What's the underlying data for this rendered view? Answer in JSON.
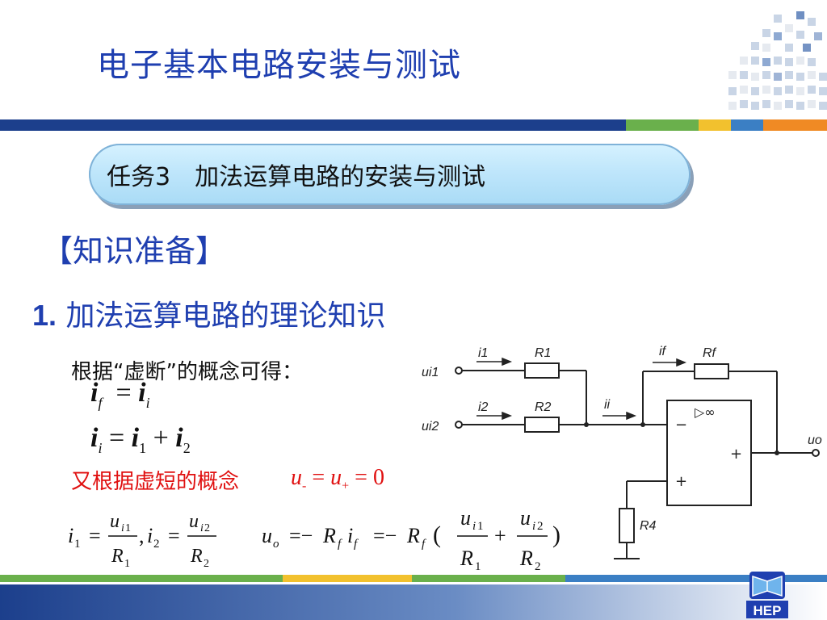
{
  "slide": {
    "title": "电子基本电路安装与测试",
    "task_label": "任务3　加法运算电路的安装与测试",
    "section_heading": "【知识准备】",
    "point_number": "1.",
    "point_text": " 加法运算电路的理论知识",
    "intro_text": "根据“虚断”的概念可得：",
    "virtual_short_text": "又根据虚短的概念",
    "logo_text": "HEP"
  },
  "equations": {
    "eq1": "i_f = i_i",
    "eq2": "i_i = i_1 + i_2",
    "virtual_short": "u₋ = u₊ = 0",
    "currents": "i1 = ui1/R1, i2 = ui2/R2",
    "output": "uo = −Rf if = −Rf (ui1/R1 + ui2/R2)"
  },
  "circuit": {
    "labels": {
      "i1": "i1",
      "R1": "R1",
      "ui1": "ui1",
      "i2": "i2",
      "R2": "R2",
      "ui2": "ui2",
      "if": "if",
      "Rf": "Rf",
      "ii": "ii",
      "uo": "uo",
      "R4": "R4",
      "amp_symbol": "▷∞",
      "minus": "−",
      "plus_top": "+",
      "plus_bottom": "+"
    }
  },
  "colors": {
    "title_blue": "#1f3fb0",
    "red_text": "#e01010",
    "band_navy": "#1c3f8c",
    "band_green": "#6ab04c",
    "band_yellow": "#f2c12e",
    "band_orange": "#f08a24",
    "band_blue": "#3b7fc4"
  }
}
